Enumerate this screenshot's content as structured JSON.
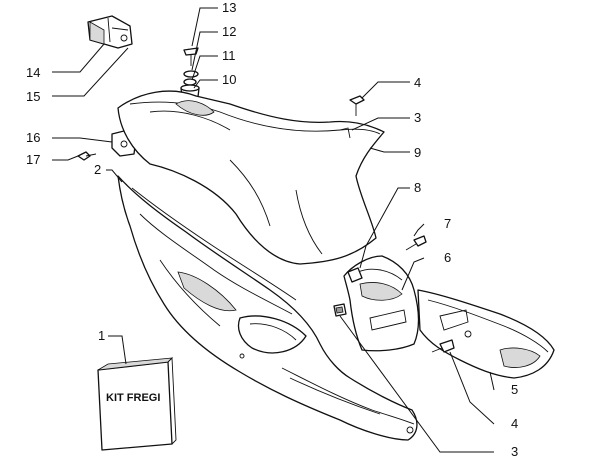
{
  "diagram": {
    "callouts": [
      {
        "id": "c13",
        "text": "13"
      },
      {
        "id": "c12",
        "text": "12"
      },
      {
        "id": "c11",
        "text": "11"
      },
      {
        "id": "c10",
        "text": "10"
      },
      {
        "id": "c4a",
        "text": "4"
      },
      {
        "id": "c3a",
        "text": "3"
      },
      {
        "id": "c9",
        "text": "9"
      },
      {
        "id": "c8",
        "text": "8"
      },
      {
        "id": "c7",
        "text": "7"
      },
      {
        "id": "c6",
        "text": "6"
      },
      {
        "id": "c5",
        "text": "5"
      },
      {
        "id": "c4b",
        "text": "4"
      },
      {
        "id": "c3b",
        "text": "3"
      },
      {
        "id": "c14",
        "text": "14"
      },
      {
        "id": "c15",
        "text": "15"
      },
      {
        "id": "c16",
        "text": "16"
      },
      {
        "id": "c17",
        "text": "17"
      },
      {
        "id": "c2",
        "text": "2"
      },
      {
        "id": "c1",
        "text": "1"
      }
    ],
    "kit_box_label": "KIT FREGI"
  }
}
